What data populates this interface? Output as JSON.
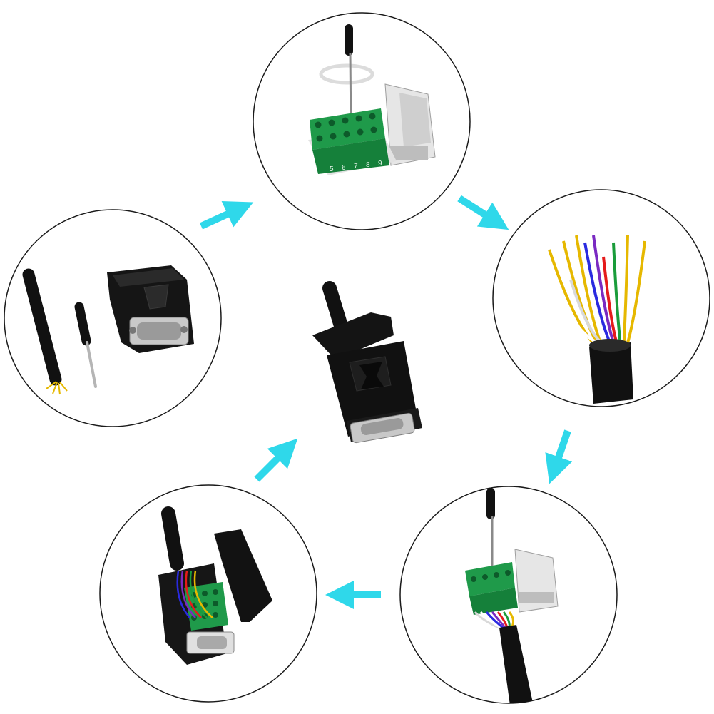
{
  "diagram": {
    "steps": [
      {
        "name": "parts-kit",
        "icon": "connector-and-screwdriver-icon"
      },
      {
        "name": "open-terminals",
        "icon": "screwdriver-terminal-block-icon"
      },
      {
        "name": "strip-wires",
        "icon": "stripped-cable-icon"
      },
      {
        "name": "insert-wires",
        "icon": "wire-terminal-block-icon"
      },
      {
        "name": "close-housing",
        "icon": "open-hood-icon"
      }
    ],
    "result": {
      "name": "assembled-connector",
      "icon": "db9-connector-icon"
    },
    "pin_numbers": [
      "5",
      "6",
      "7",
      "8",
      "9"
    ],
    "colors": {
      "arrow": "#2fd8ea",
      "circle_border": "#1a1a1a",
      "terminal_green": "#1f9a4a",
      "housing_black": "#111111",
      "metal": "#c9c9c9"
    },
    "wire_colors": [
      "#e6b800",
      "#e6b800",
      "#e6b800",
      "#d9d9d9",
      "#ffffff",
      "#2a2ae0",
      "#7a2ac2",
      "#e51b1b",
      "#1a9c3a",
      "#e6b800",
      "#e6b800"
    ]
  }
}
